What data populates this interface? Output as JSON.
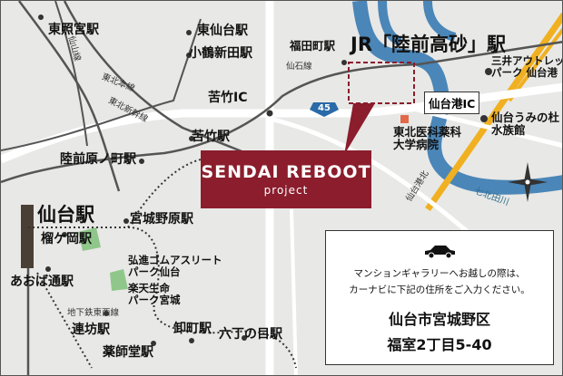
{
  "stations": {
    "higashi_shogu": "東照宮駅",
    "higashi_sendai": "東仙台駅",
    "kotsurushinden": "小鶴新田駅",
    "fukudamachi": "福田町駅",
    "rikuzen_takasago": "JR「陸前高砂」駅",
    "kogota": "苦竹駅",
    "rikuzen_haranomachi": "陸前原ノ町駅",
    "sendai": "仙台駅",
    "miyagino_hara": "宮城野原駅",
    "tsutsujigaoka": "榴ケ岡駅",
    "aoba_dori": "あおば通駅",
    "renbo": "連坊駅",
    "yakushido": "薬師堂駅",
    "oroshimachi": "卸町駅",
    "rokuchonome": "六丁の目駅"
  },
  "lines": {
    "senseki": "仙石線",
    "tohoku_main": "東北本線",
    "tohoku_shinkansen": "東北新幹線",
    "senzan": "仙山線",
    "subway_tozai": "地下鉄東西線"
  },
  "roads": {
    "kogota_ic": "苦竹IC",
    "sendaiko_ic": "仙台港IC",
    "route45": "45",
    "sendaiko_kita": "仙台港北"
  },
  "places": {
    "tohoku_medical": "東北医科薬科\n大学病院",
    "mitsui_outlet": "三井アウトレット\nパーク 仙台港",
    "umino_mori": "仙台うみの杜\n水族館",
    "koshin_gomu": "弘進ゴムアスリート\nパーク仙台",
    "rakuten": "楽天生命\nパーク宮城"
  },
  "rivers": {
    "nanakita": "七北田川"
  },
  "card": {
    "title": "SENDAI REBOOT",
    "subtitle": "project"
  },
  "info": {
    "message_line1": "マンションギャラリーへお越しの際は、",
    "message_line2": "カーナビに下記の住所をご入力ください。",
    "address_line1": "仙台市宮城野区",
    "address_line2": "福室2丁目5-40"
  },
  "colors": {
    "river": "#4a86b8",
    "brand": "#8b1d2c",
    "highway": "#f0b020",
    "road": "#ffffff",
    "background": "#e8e8e6"
  }
}
